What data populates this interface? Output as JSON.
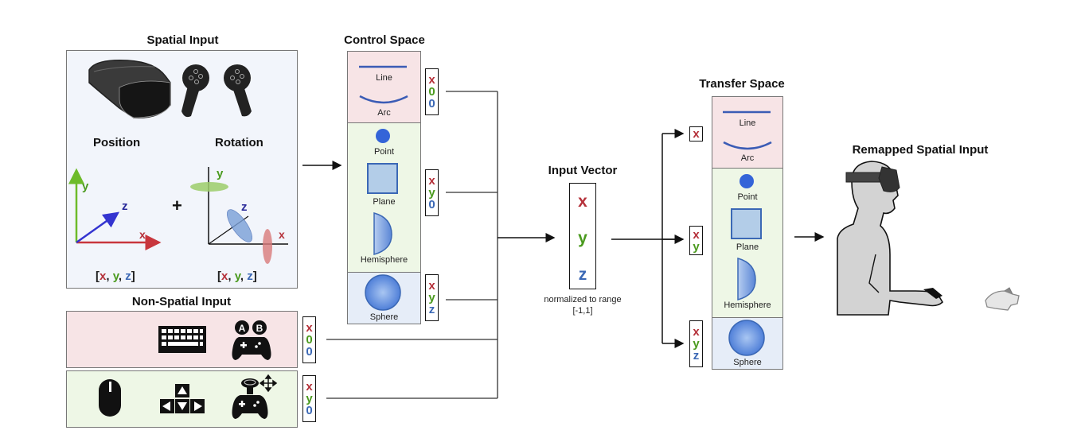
{
  "spatial_input": {
    "title": "Spatial Input",
    "position_label": "Position",
    "rotation_label": "Rotation",
    "plus": "+",
    "axes": {
      "x": "x",
      "y": "y",
      "z": "z"
    },
    "vector_text": {
      "open": "[",
      "x": "x",
      "sep1": ", ",
      "y": "y",
      "sep2": ", ",
      "z": "z",
      "close": "]"
    }
  },
  "non_spatial_input": {
    "title": "Non-Spatial Input",
    "rows": [
      {
        "devices": [
          "keyboard-icon",
          "gamepad-buttons-icon"
        ],
        "button_a": "A",
        "button_b": "B",
        "vector": [
          "x",
          "0",
          "0"
        ]
      },
      {
        "devices": [
          "mouse-icon",
          "arrow-keys-icon",
          "gamepad-joystick-icon"
        ],
        "vector": [
          "x",
          "y",
          "0"
        ]
      }
    ]
  },
  "control_space": {
    "title": "Control Space",
    "groups": [
      {
        "items": [
          "Line",
          "Arc"
        ],
        "vector": [
          "x",
          "0",
          "0"
        ],
        "color": "#f7e4e6"
      },
      {
        "items": [
          "Point",
          "Plane",
          "Hemisphere"
        ],
        "vector": [
          "x",
          "y",
          "0"
        ],
        "color": "#eef7e6"
      },
      {
        "items": [
          "Sphere"
        ],
        "vector": [
          "x",
          "y",
          "z"
        ],
        "color": "#e6edf8"
      }
    ]
  },
  "input_vector": {
    "title": "Input Vector",
    "components": [
      "x",
      "y",
      "z"
    ],
    "caption_line1": "normalized to range",
    "caption_line2": "[-1,1]"
  },
  "transfer_space": {
    "title": "Transfer Space",
    "groups": [
      {
        "items": [
          "Line",
          "Arc"
        ],
        "vector": [
          "x"
        ],
        "color": "#f7e4e6"
      },
      {
        "items": [
          "Point",
          "Plane",
          "Hemisphere"
        ],
        "vector": [
          "x",
          "y"
        ],
        "color": "#eef7e6"
      },
      {
        "items": [
          "Sphere"
        ],
        "vector": [
          "x",
          "y",
          "z"
        ],
        "color": "#e6edf8"
      }
    ]
  },
  "remapped": {
    "title": "Remapped Spatial Input"
  },
  "colors": {
    "x": "#b5313a",
    "y": "#4a9a1e",
    "z": "#3b68b5",
    "spatial_bg": "#f2f5fb",
    "pink_bg": "#f7e4e6",
    "green_bg": "#eef7e6",
    "blue_bg": "#e6edf8"
  }
}
